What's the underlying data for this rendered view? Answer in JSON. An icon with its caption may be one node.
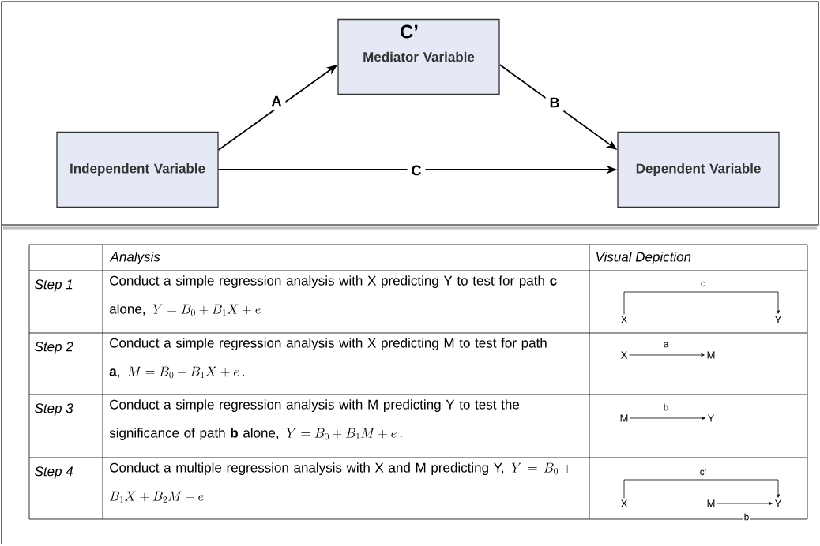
{
  "diagram": {
    "nodes": [
      {
        "text": [
          "Mediator Variable"
        ]
      },
      {
        "text": [
          "Independent Variable"
        ]
      },
      {
        "text": [
          "Dependent Variable"
        ]
      },
      {
        "text": [
          "X"
        ]
      },
      {
        "text": [
          "Y"
        ]
      },
      {
        "text": [
          "X"
        ]
      },
      {
        "text": [
          "M"
        ]
      },
      {
        "text": [
          "M"
        ]
      },
      {
        "text": [
          "Y"
        ]
      },
      {
        "text": [
          "X"
        ]
      },
      {
        "text": [
          "M"
        ]
      },
      {
        "text": [
          "Y"
        ]
      }
    ],
    "edges": [
      {
        "from": 1,
        "to": 0,
        "arrow": "to",
        "label": "A"
      },
      {
        "from": 0,
        "to": 2,
        "arrow": "to",
        "label": "B"
      },
      {
        "from": 1,
        "to": 2,
        "arrow": "to",
        "label": "C"
      },
      {
        "from": 3,
        "to": 4,
        "arrow": "to",
        "label": "c"
      },
      {
        "from": 5,
        "to": 6,
        "arrow": "to",
        "label": "a"
      },
      {
        "from": 7,
        "to": 8,
        "arrow": "to",
        "label": "b"
      },
      {
        "from": 9,
        "to": 11,
        "arrow": "to",
        "label": "c’"
      },
      {
        "from": 10,
        "to": 11,
        "arrow": "to",
        "label": "b"
      }
    ],
    "labels": [
      "C’",
      "Analysis",
      "Visual Depiction",
      "Step 1",
      "Conduct a simple regression analysis with X predicting Y to test for path **c** alone,",
      "Y = B_0 + B_1 X + e",
      "Step 2",
      "Conduct a simple regression analysis with X predicting M to test for path **a**,",
      "M = B_0 + B_1 X + e\\,.",
      "Step 3",
      "Conduct a simple regression analysis with M predicting Y to test the significance of path **b** alone,",
      "Y = B_0 + B_1 M + e\\,.",
      "Step 4",
      "Conduct a multiple regression analysis with X and M predicting Y,",
      "Y = B_0 + B_1 X + B_2 M + e"
    ]
  }
}
